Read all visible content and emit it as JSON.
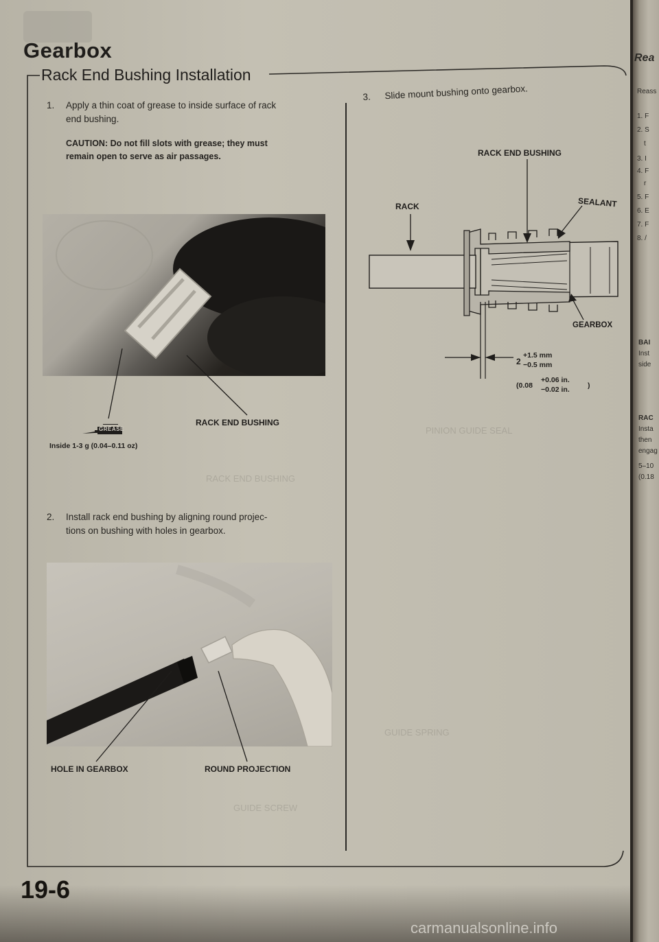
{
  "header": {
    "section_title": "Gearbox",
    "subsection_title": "Rack End Bushing Installation",
    "adjacent_page_title": "Rea"
  },
  "steps": [
    {
      "number": "1.",
      "lines": [
        "Apply a thin coat of grease to inside surface of rack",
        "end bushing."
      ]
    },
    {
      "number": "2.",
      "lines": [
        "Install rack end bushing by aligning round projec-",
        "tions on bushing with holes in gearbox."
      ]
    },
    {
      "number": "3.",
      "lines": [
        "Slide mount bushing onto gearbox."
      ]
    }
  ],
  "caution": {
    "lines": [
      "CAUTION: Do not fill slots with grease; they must",
      "remain open to serve as air passages."
    ]
  },
  "figure1": {
    "label_bushing": "RACK END BUSHING",
    "grease_tag": "GREASE",
    "grease_amount": "Inside 1-3 g (0.04–0.11 oz)"
  },
  "figure2": {
    "label_hole": "HOLE IN GEARBOX",
    "label_projection": "ROUND PROJECTION"
  },
  "figure3": {
    "label_rack_end_bushing": "RACK END BUSHING",
    "label_rack": "RACK",
    "label_sealant": "SEALANT",
    "label_gearbox": "GEARBOX",
    "dim_base_mm": "2",
    "dim_plus_mm": "+1.5 mm",
    "dim_minus_mm": "−0.5 mm",
    "dim_open_in": "(0.08",
    "dim_plus_in": "+0.06 in.",
    "dim_minus_in": "−0.02 in.",
    "dim_close_in": ")"
  },
  "adjacent_page": {
    "fragments": [
      "Reass",
      "1. F",
      "2. S",
      "t",
      "3. I",
      "4. F",
      "r",
      "5. F",
      "6. E",
      "7. F",
      "8. /",
      "BAI",
      "Inst",
      "side",
      "RAC",
      "Insta",
      "then",
      "engag",
      "5–10",
      "(0.18"
    ]
  },
  "footer": {
    "page_number": "19-6",
    "watermark": "carmanualsonline.info"
  },
  "colors": {
    "paper": "#c0bcaf",
    "ink": "#1f1d1b",
    "photo_dark": "#26231f"
  }
}
